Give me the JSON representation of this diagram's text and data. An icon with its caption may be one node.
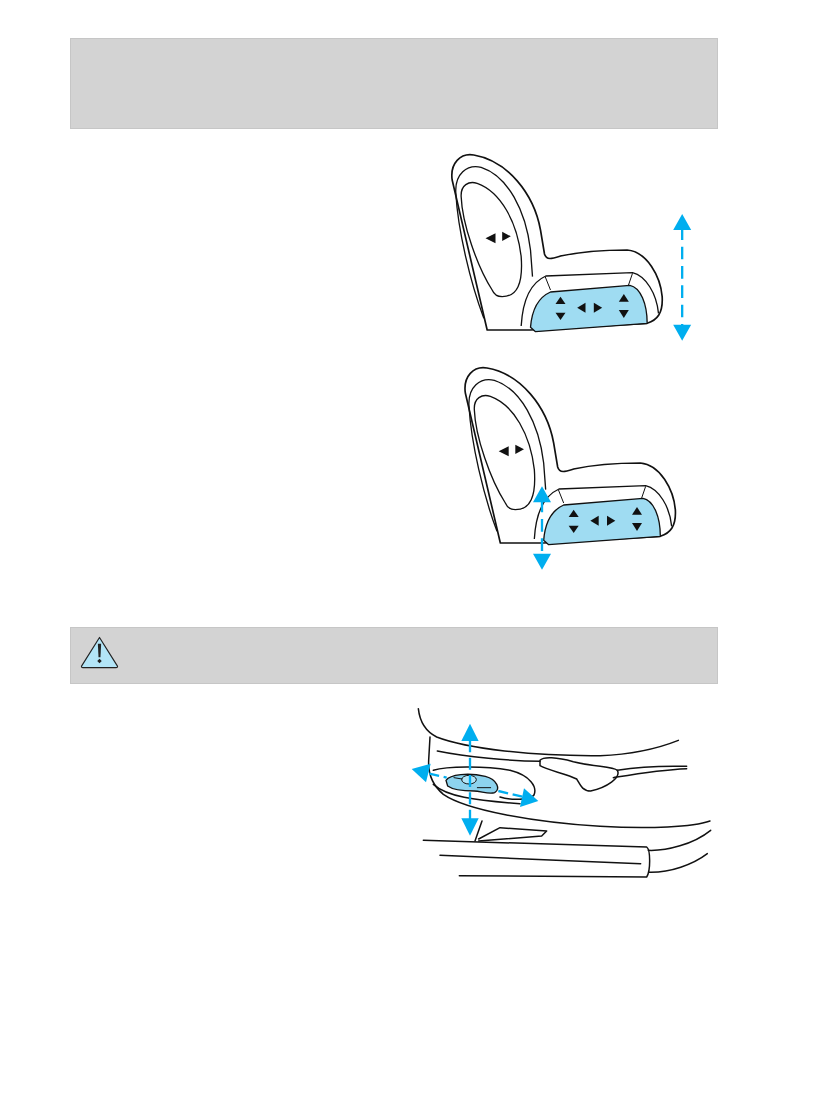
{
  "diagram": {
    "nodes": [
      {
        "text": [],
        "shape": "box"
      },
      {
        "text": [],
        "shape": "picture"
      },
      {
        "text": [],
        "shape": "picture"
      },
      {
        "text": [],
        "shape": "box"
      },
      {
        "text": [],
        "shape": "picture"
      }
    ]
  }
}
